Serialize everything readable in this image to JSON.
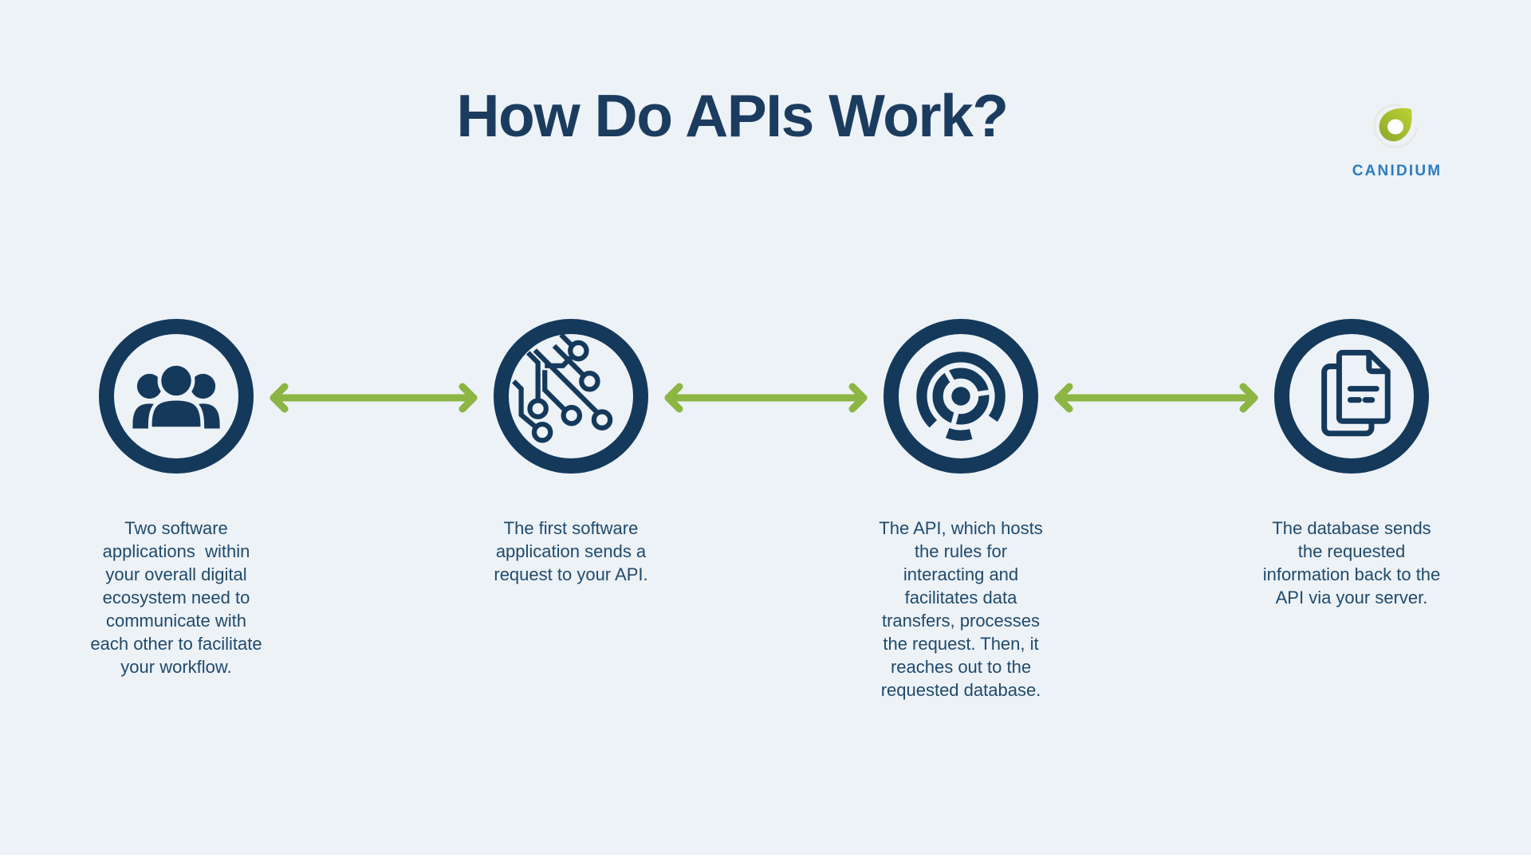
{
  "page": {
    "background_color": "#EDF2F7",
    "bottom_strip_color": "#FFFFFF"
  },
  "title": {
    "text": "How Do APIs Work?",
    "color": "#1B3C5E"
  },
  "logo": {
    "text": "CANIDIUM",
    "text_color": "#2D7CBF",
    "icon": "canidium-leaf-icon",
    "leaf_green_light": "#BCD335",
    "leaf_green_dark": "#8FA52B",
    "ring_gray": "#E8E8E5"
  },
  "colors": {
    "icon_navy": "#14395B",
    "arrow_green": "#8CB543",
    "caption_text": "#1F4A6C"
  },
  "steps": [
    {
      "icon": "users-icon",
      "caption": "Two software\napplications  within\nyour overall digital\necosystem need to\ncommunicate with\neach other to facilitate\nyour workflow."
    },
    {
      "icon": "circuit-icon",
      "caption": "The first software\napplication sends a\nrequest to your API."
    },
    {
      "icon": "api-maze-icon",
      "caption": "The API, which hosts\nthe rules for\ninteracting and\nfacilitates data\ntransfers, processes\nthe request. Then, it\nreaches out to the\nrequested database."
    },
    {
      "icon": "documents-icon",
      "caption": "The database sends\nthe requested\ninformation back to the\nAPI via your server."
    }
  ],
  "arrows": [
    {
      "name": "arrow-users-to-app",
      "direction": "both"
    },
    {
      "name": "arrow-app-to-api",
      "direction": "both"
    },
    {
      "name": "arrow-api-to-database",
      "direction": "both"
    }
  ]
}
